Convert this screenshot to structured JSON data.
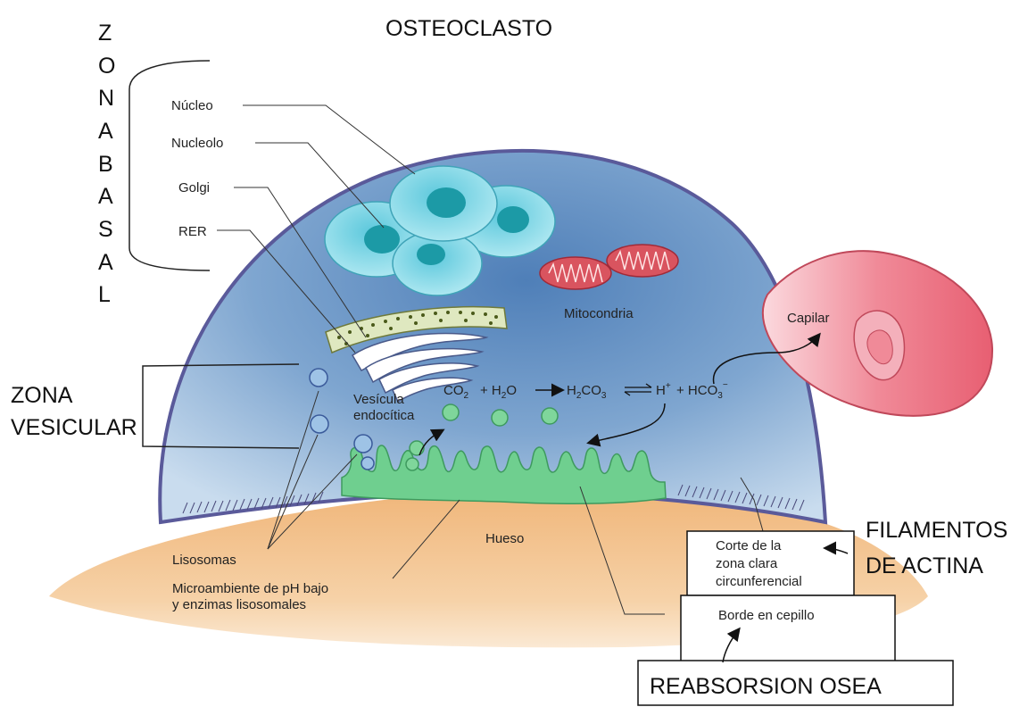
{
  "title": "OSTEOCLASTO",
  "zona_basal_letters": [
    "Z",
    "O",
    "N",
    "A",
    "B",
    "A",
    "S",
    "A",
    "L"
  ],
  "labels": {
    "nucleo": "Núcleo",
    "nucleolo": "Nucleolo",
    "golgi": "Golgi",
    "rer": "RER",
    "mitocondria": "Mitocondria",
    "capilar": "Capilar",
    "vesicula_1": "Vesícula",
    "vesicula_2": "endocítica",
    "hueso": "Hueso",
    "lisosomas": "Lisosomas",
    "microambiente_1": "Microambiente de pH bajo",
    "microambiente_2": "y enzimas lisosomales",
    "corte_1": "Corte de la",
    "corte_2": "zona clara",
    "corte_3": "circunferencial",
    "borde": "Borde en cepillo"
  },
  "reaction": {
    "co2": "CO",
    "co2_sub": "2",
    "plus1": "+ H",
    "h2o_sub": "2",
    "o": "O",
    "h2co3_h": "H",
    "h2co3_sub1": "2",
    "h2co3_co": "CO",
    "h2co3_sub2": "3",
    "h": "H",
    "h_sup": "+",
    "plus2": "+ HCO",
    "hco3_sub": "3",
    "hco3_sup": "−"
  },
  "annotations": {
    "zona_vesicular_1": "ZONA",
    "zona_vesicular_2": "VESICULAR",
    "filamentos_1": "FILAMENTOS",
    "filamentos_2": "DE ACTINA",
    "reabsorcion": "REABSORSION OSEA"
  },
  "colors": {
    "cell_fill": "#8fb3d6",
    "cell_border": "#5a5a9a",
    "bone": "#f2c48e",
    "nucleus": "#7fd6e6",
    "nucleolus": "#1c9aa6",
    "mitochondria": "#d9545f",
    "brush_border": "#6fcf8f",
    "capillary": "#e85f72"
  }
}
